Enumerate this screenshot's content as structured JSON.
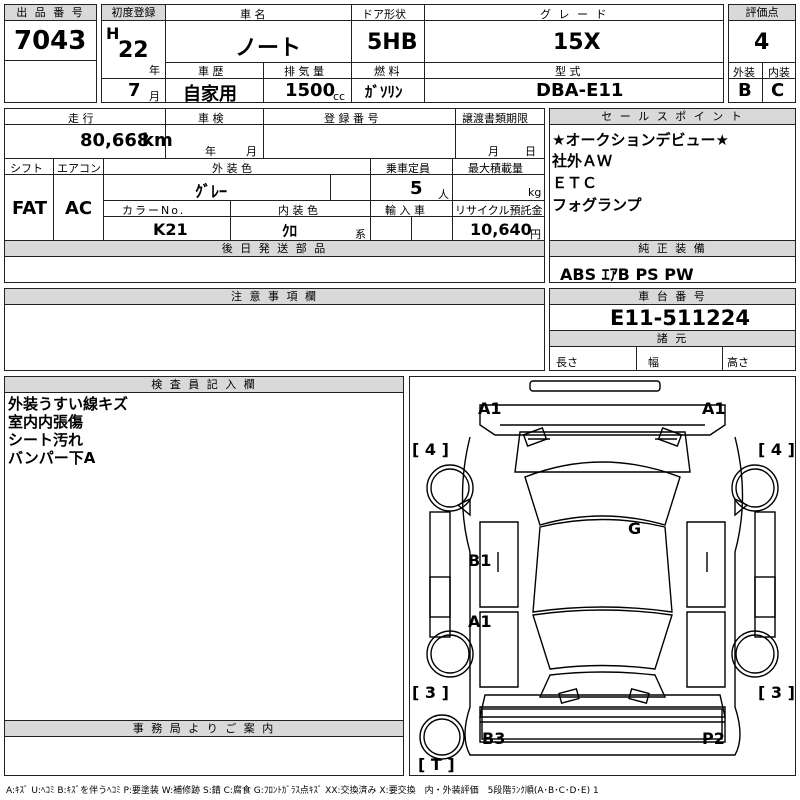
{
  "header": {
    "lot_label": "出 品 番 号",
    "lot_no": "7043",
    "first_reg_label": "初度登録",
    "era": "H",
    "year": "22",
    "year_unit": "年",
    "month": "7",
    "month_unit": "月",
    "name_label": "車 名",
    "name": "ノート",
    "door_label": "ドア形状",
    "door": "5HB",
    "grade_label": "グ レ ー ド",
    "grade": "15X",
    "score_label": "評価点",
    "score": "4",
    "history_label": "車 歴",
    "history": "自家用",
    "disp_label": "排 気 量",
    "disp": "1500",
    "disp_unit": "cc",
    "fuel_label": "燃 料",
    "fuel": "ｶﾞｿﾘﾝ",
    "model_label": "型 式",
    "model": "DBA-E11",
    "ext_label": "外装",
    "int_label": "内装",
    "ext_grade": "B",
    "int_grade": "C"
  },
  "row2": {
    "mileage_label": "走 行",
    "mileage": "80,668",
    "mileage_unit": "km",
    "inspect_label": "車 検",
    "inspect_year": "年",
    "inspect_month": "月",
    "regno_label": "登 録 番 号",
    "transfer_label": "譲渡書類期限",
    "transfer_month": "月",
    "transfer_day": "日",
    "shift_label": "シフト",
    "shift": "FAT",
    "ac_label": "エアコン",
    "ac": "AC",
    "color_label": "外 装 色",
    "color": "ｸﾞﾚｰ",
    "capacity_label": "乗車定員",
    "capacity": "5",
    "capacity_unit": "人",
    "load_label": "最大積載量",
    "load_unit": "kg",
    "colorno_label": "カラーNo.",
    "colorno": "K21",
    "intcolor_label": "内 装 色",
    "intcolor": "ｸﾛ",
    "intcolor_unit": "系",
    "import_label": "輸 入 車",
    "recycle_label": "リサイクル預託金",
    "recycle": "10,640",
    "recycle_unit": "円",
    "later_label": "後 日 発 送 部 品"
  },
  "sales": {
    "label": "セ ー ル ス ポ イ ン ト",
    "lines": [
      "★オークションデビュー★",
      "社外ＡＷ",
      "ＥＴＣ",
      "フォグランプ"
    ]
  },
  "equip": {
    "label": "純 正 装 備",
    "value": "ABS ｴｱB PS PW"
  },
  "caution_label": "注 意 事 項 欄",
  "chassis": {
    "label": "車 台 番 号",
    "value": "E11-511224",
    "dims_label": "諸 元",
    "len": "長さ",
    "width": "幅",
    "height": "高さ"
  },
  "inspector": {
    "label": "検 査 員 記 入 欄",
    "lines": [
      "外装うすい線キズ",
      "室内内張傷",
      "シート汚れ",
      "バンパー下A"
    ]
  },
  "office_label": "事 務 局 よ り ご 案 内",
  "diagram": {
    "marks": {
      "a1_left": "A1",
      "a1_right": "A1",
      "four_left": "[ 4 ]",
      "four_right": "[ 4 ]",
      "g": "G",
      "b1": "B1",
      "a1_mid": "A1",
      "three_left": "[ 3 ]",
      "three_right": "[ 3 ]",
      "b3": "B3",
      "p2": "P2",
      "t": "[ T ]"
    }
  },
  "legend": "A:ｷｽﾞ U:ﾍｺﾐ B:ｷｽﾞを伴うﾍｺﾐ P:要塗装 W:補修跡 S:錆 C:腐食 G:ﾌﾛﾝﾄｶﾞﾗｽ点ｷｽﾞ XX:交換済み X:要交換　内・外装評価　5段階ﾗﾝｸ順(A･B･C･D･E) 1"
}
